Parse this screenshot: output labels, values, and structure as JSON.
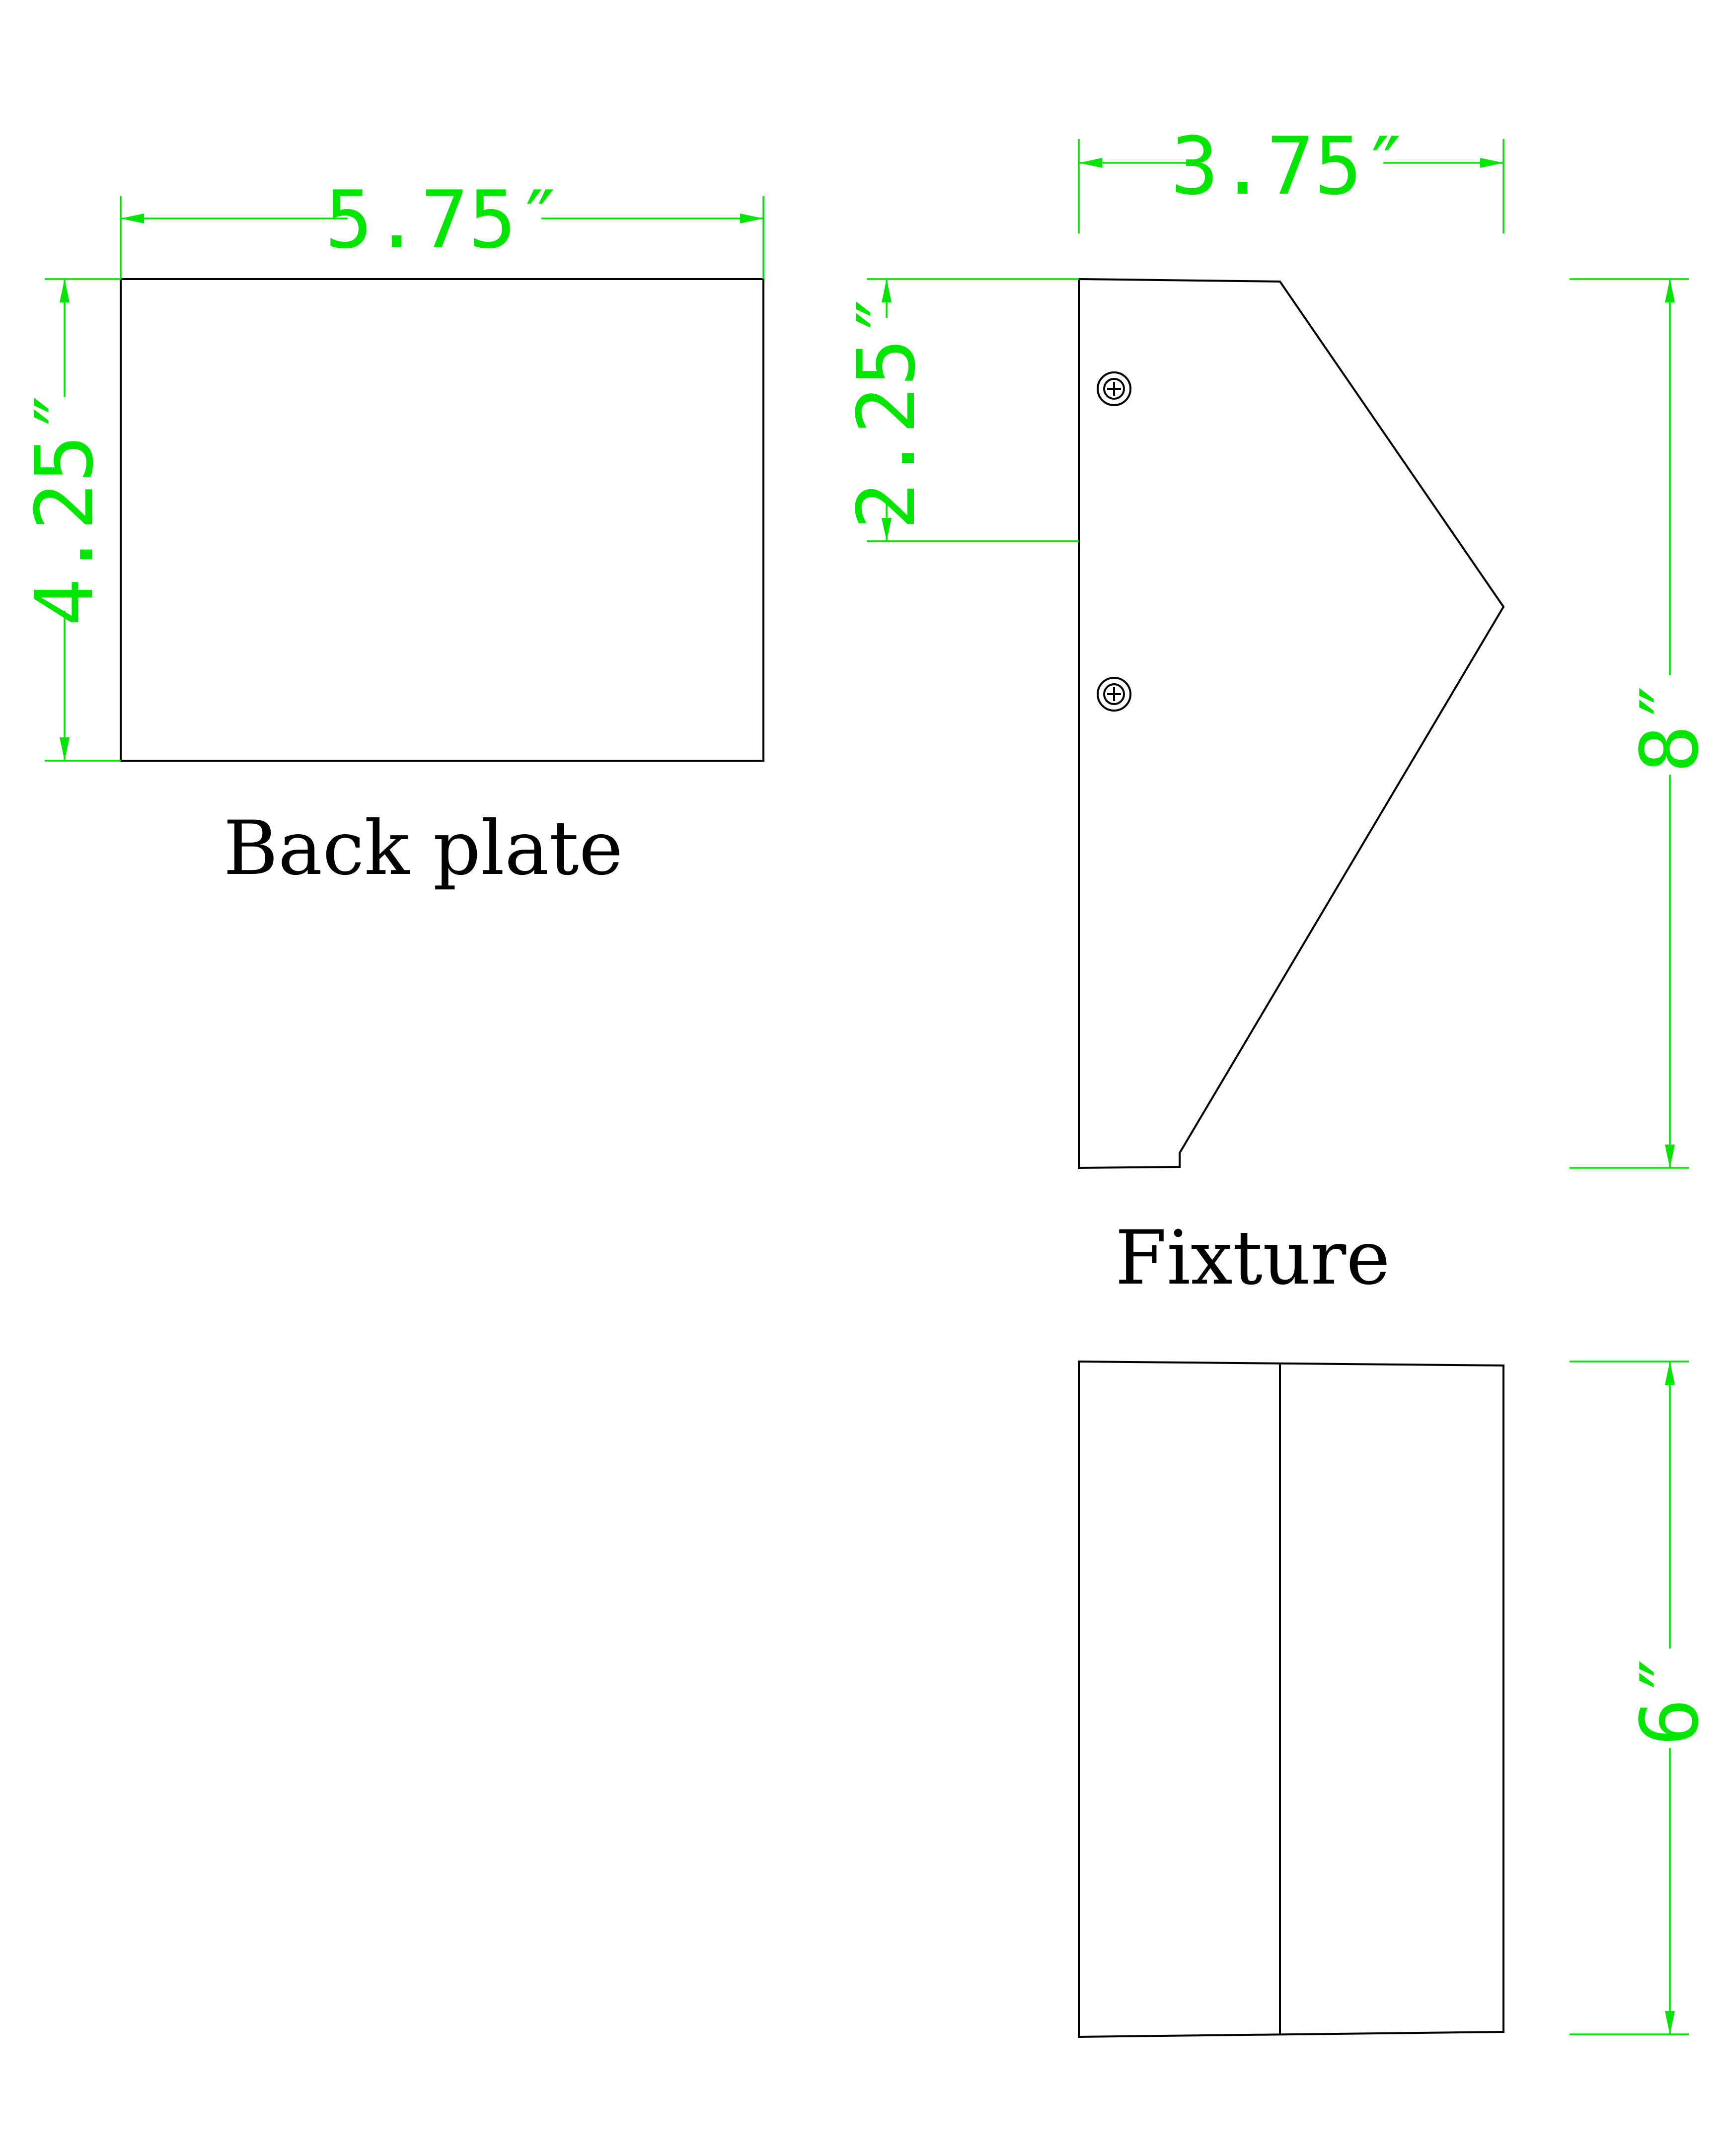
{
  "captions": {
    "back_plate": "Back plate",
    "fixture": "Fixture"
  },
  "dimensions": {
    "back_plate_width": "5.75″",
    "back_plate_height": "4.25″",
    "fixture_depth": "3.75″",
    "screw_offset": "2.25″",
    "fixture_height": "8″",
    "fixture_width": "6″"
  },
  "colors": {
    "dimension": "#00e600",
    "outline": "#000000",
    "background": "#ffffff"
  }
}
